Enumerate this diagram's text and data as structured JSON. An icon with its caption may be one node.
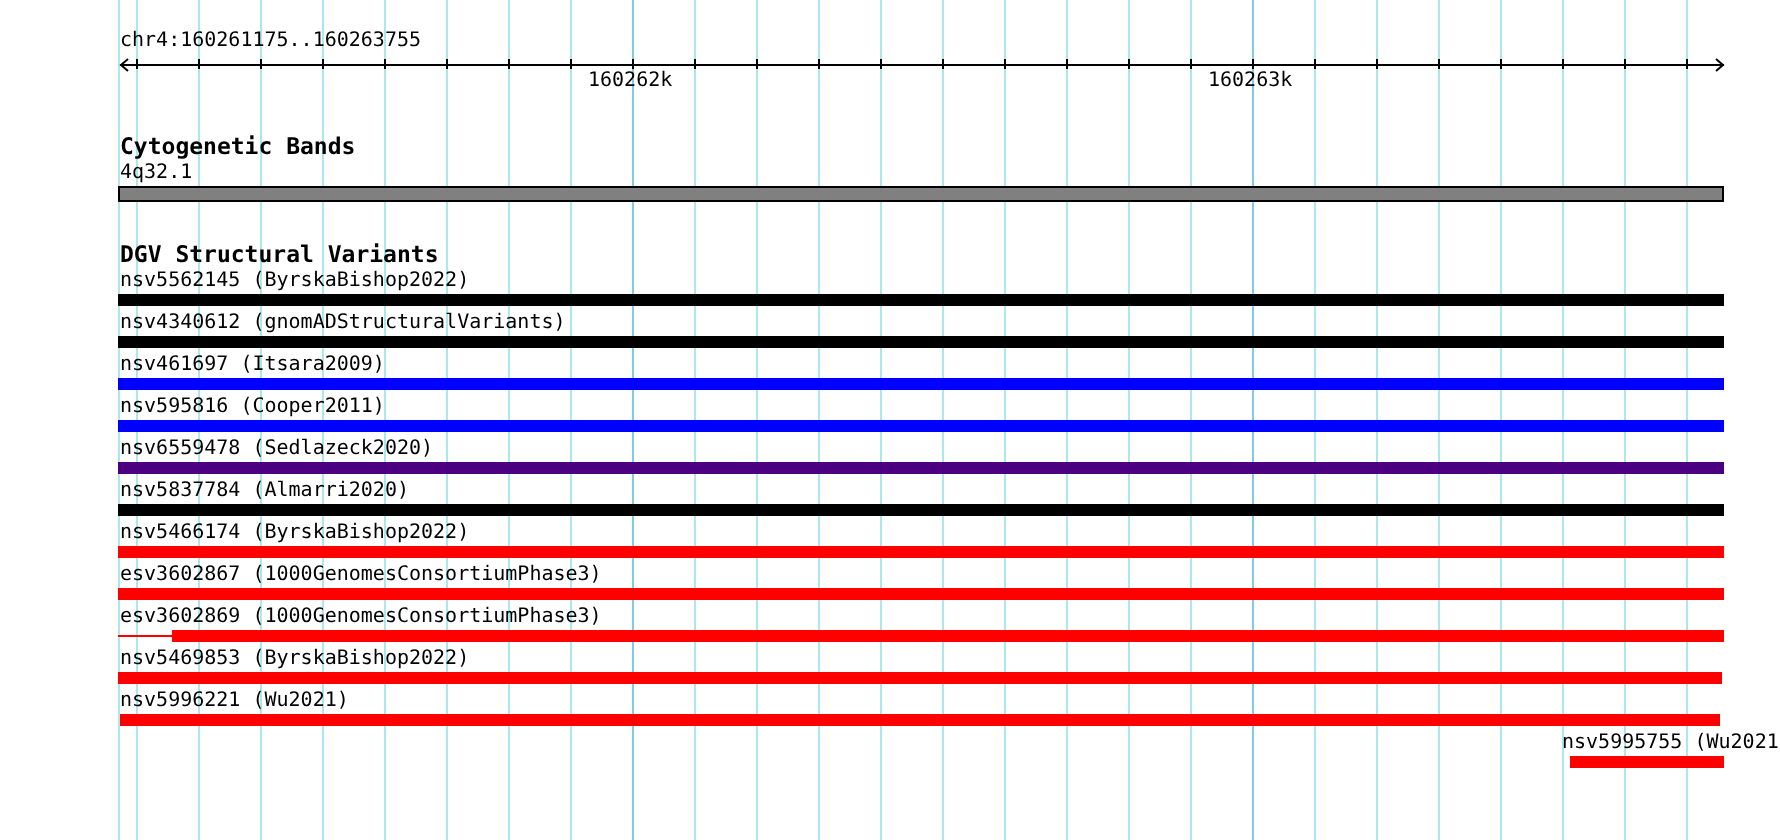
{
  "diagram": {
    "nodes": [
      {
        "text": [],
        "shape": "bar",
        "beside": [
          "4q32.1"
        ]
      },
      {
        "text": [],
        "shape": "bar",
        "beside": [
          "nsv5562145 (ByrskaBishop2022)"
        ]
      },
      {
        "text": [],
        "shape": "bar",
        "beside": [
          "nsv4340612 (gnomADStructuralVariants)"
        ]
      },
      {
        "text": [],
        "shape": "bar",
        "beside": [
          "nsv461697 (Itsara2009)"
        ]
      },
      {
        "text": [],
        "shape": "bar",
        "beside": [
          "nsv595816 (Cooper2011)"
        ]
      },
      {
        "text": [],
        "shape": "bar",
        "beside": [
          "nsv6559478 (Sedlazeck2020)"
        ]
      },
      {
        "text": [],
        "shape": "bar",
        "beside": [
          "nsv5837784 (Almarri2020)"
        ]
      },
      {
        "text": [],
        "shape": "bar",
        "beside": [
          "nsv5466174 (ByrskaBishop2022)"
        ]
      },
      {
        "text": [],
        "shape": "bar",
        "beside": [
          "esv3602867 (1000GenomesConsortiumPhase3)"
        ]
      },
      {
        "text": [],
        "shape": "bar",
        "beside": [
          "esv3602869 (1000GenomesConsortiumPhase3)"
        ]
      },
      {
        "text": [],
        "shape": "bar",
        "beside": [
          "nsv5469853 (ByrskaBishop2022)"
        ]
      },
      {
        "text": [],
        "shape": "bar",
        "beside": [
          "nsv5996221 (Wu2021)"
        ]
      },
      {
        "text": [],
        "shape": "bar",
        "beside": [
          "nsv5995755 (Wu2021"
        ]
      }
    ],
    "labels": [
      "chr4:160261175..160263755",
      "160262k",
      "160263k",
      "Cytogenetic Bands",
      "DGV Structural Variants"
    ]
  }
}
